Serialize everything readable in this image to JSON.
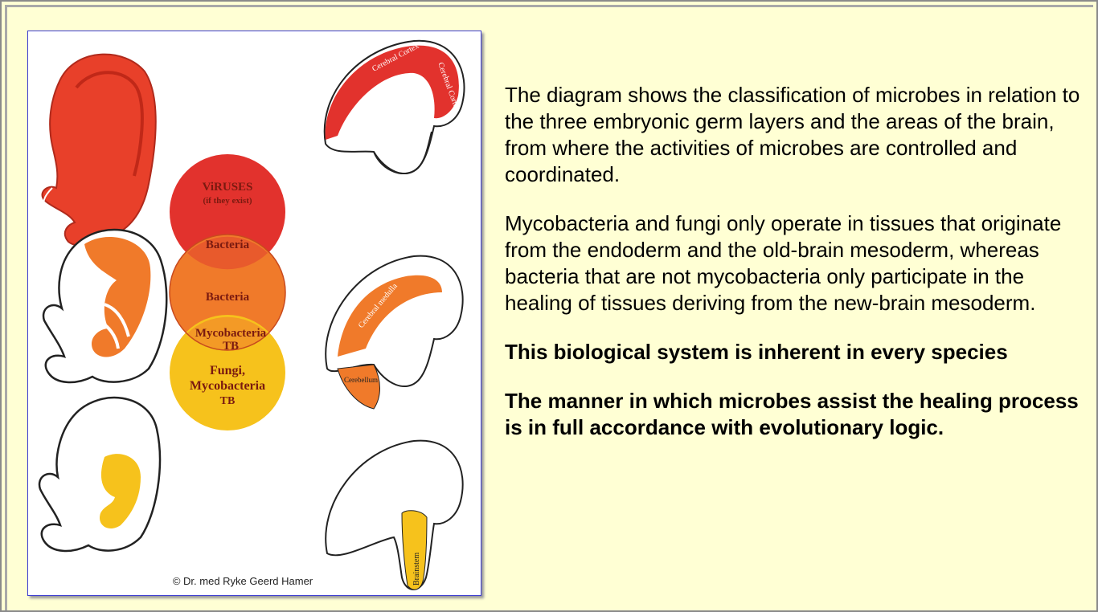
{
  "diagram": {
    "circles": {
      "top": {
        "lines": [
          "ViRUSES",
          "(if they exist)"
        ],
        "color": "#e2322d"
      },
      "overlap_top": {
        "label": "Bacteria"
      },
      "middle": {
        "label": "Bacteria",
        "color": "#f07a2a"
      },
      "overlap_bottom": {
        "lines": [
          "Mycobacteria",
          "TB"
        ]
      },
      "bottom": {
        "lines": [
          "Fungi,",
          "Mycobacteria",
          "TB"
        ],
        "color": "#f6c21c"
      }
    },
    "brain_labels": {
      "cortex": [
        "Cerebral Cortex",
        "Cerebral Cortex"
      ],
      "medulla": "Cerebral medulla",
      "cerebellum": "Cerebellum",
      "brainstem": "Brainstem"
    },
    "copyright": "© Dr. med Ryke Geerd Hamer"
  },
  "text": {
    "p1": "The diagram shows the classification of microbes in relation to the three embryonic germ layers and the areas of the brain, from where the activities of microbes are controlled and coordinated.",
    "p2": "Mycobacteria and fungi only operate in tissues that originate from the endoderm and the old-brain mesoderm, whereas bacteria that are not mycobacteria only participate in the healing of tissues deriving from the new-brain mesoderm.",
    "p3": "This biological system is inherent in every species",
    "p4": "The manner in which microbes assist the healing process is in full accordance with evolutionary logic."
  }
}
